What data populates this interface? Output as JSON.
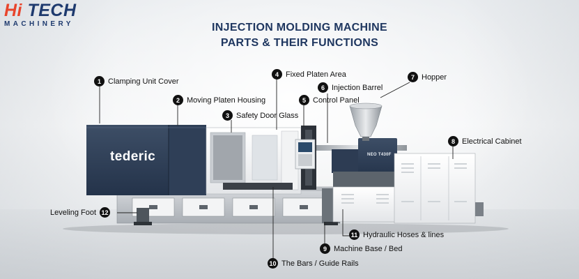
{
  "logo": {
    "hi": "Hi",
    "tech": " TECH",
    "sub": "MACHINERY"
  },
  "title": {
    "line1": "INJECTION MOLDING MACHINE",
    "line2": "PARTS & THEIR FUNCTIONS"
  },
  "machine": {
    "brand": "tederic",
    "model_plate": "NEO T430F"
  },
  "callouts": [
    {
      "num": "1",
      "label": "Clamping Unit Cover"
    },
    {
      "num": "2",
      "label": "Moving Platen Housing"
    },
    {
      "num": "3",
      "label": "Safety Door Glass"
    },
    {
      "num": "4",
      "label": "Fixed Platen Area"
    },
    {
      "num": "5",
      "label": "Control Panel"
    },
    {
      "num": "6",
      "label": "Injection Barrel"
    },
    {
      "num": "7",
      "label": "Hopper"
    },
    {
      "num": "8",
      "label": "Electrical Cabinet"
    },
    {
      "num": "9",
      "label": "Machine Base / Bed"
    },
    {
      "num": "10",
      "label": "The Bars / Guide Rails"
    },
    {
      "num": "11",
      "label": "Hydraulic Hoses & lines"
    },
    {
      "num": "12",
      "label": "Leveling Foot"
    }
  ]
}
